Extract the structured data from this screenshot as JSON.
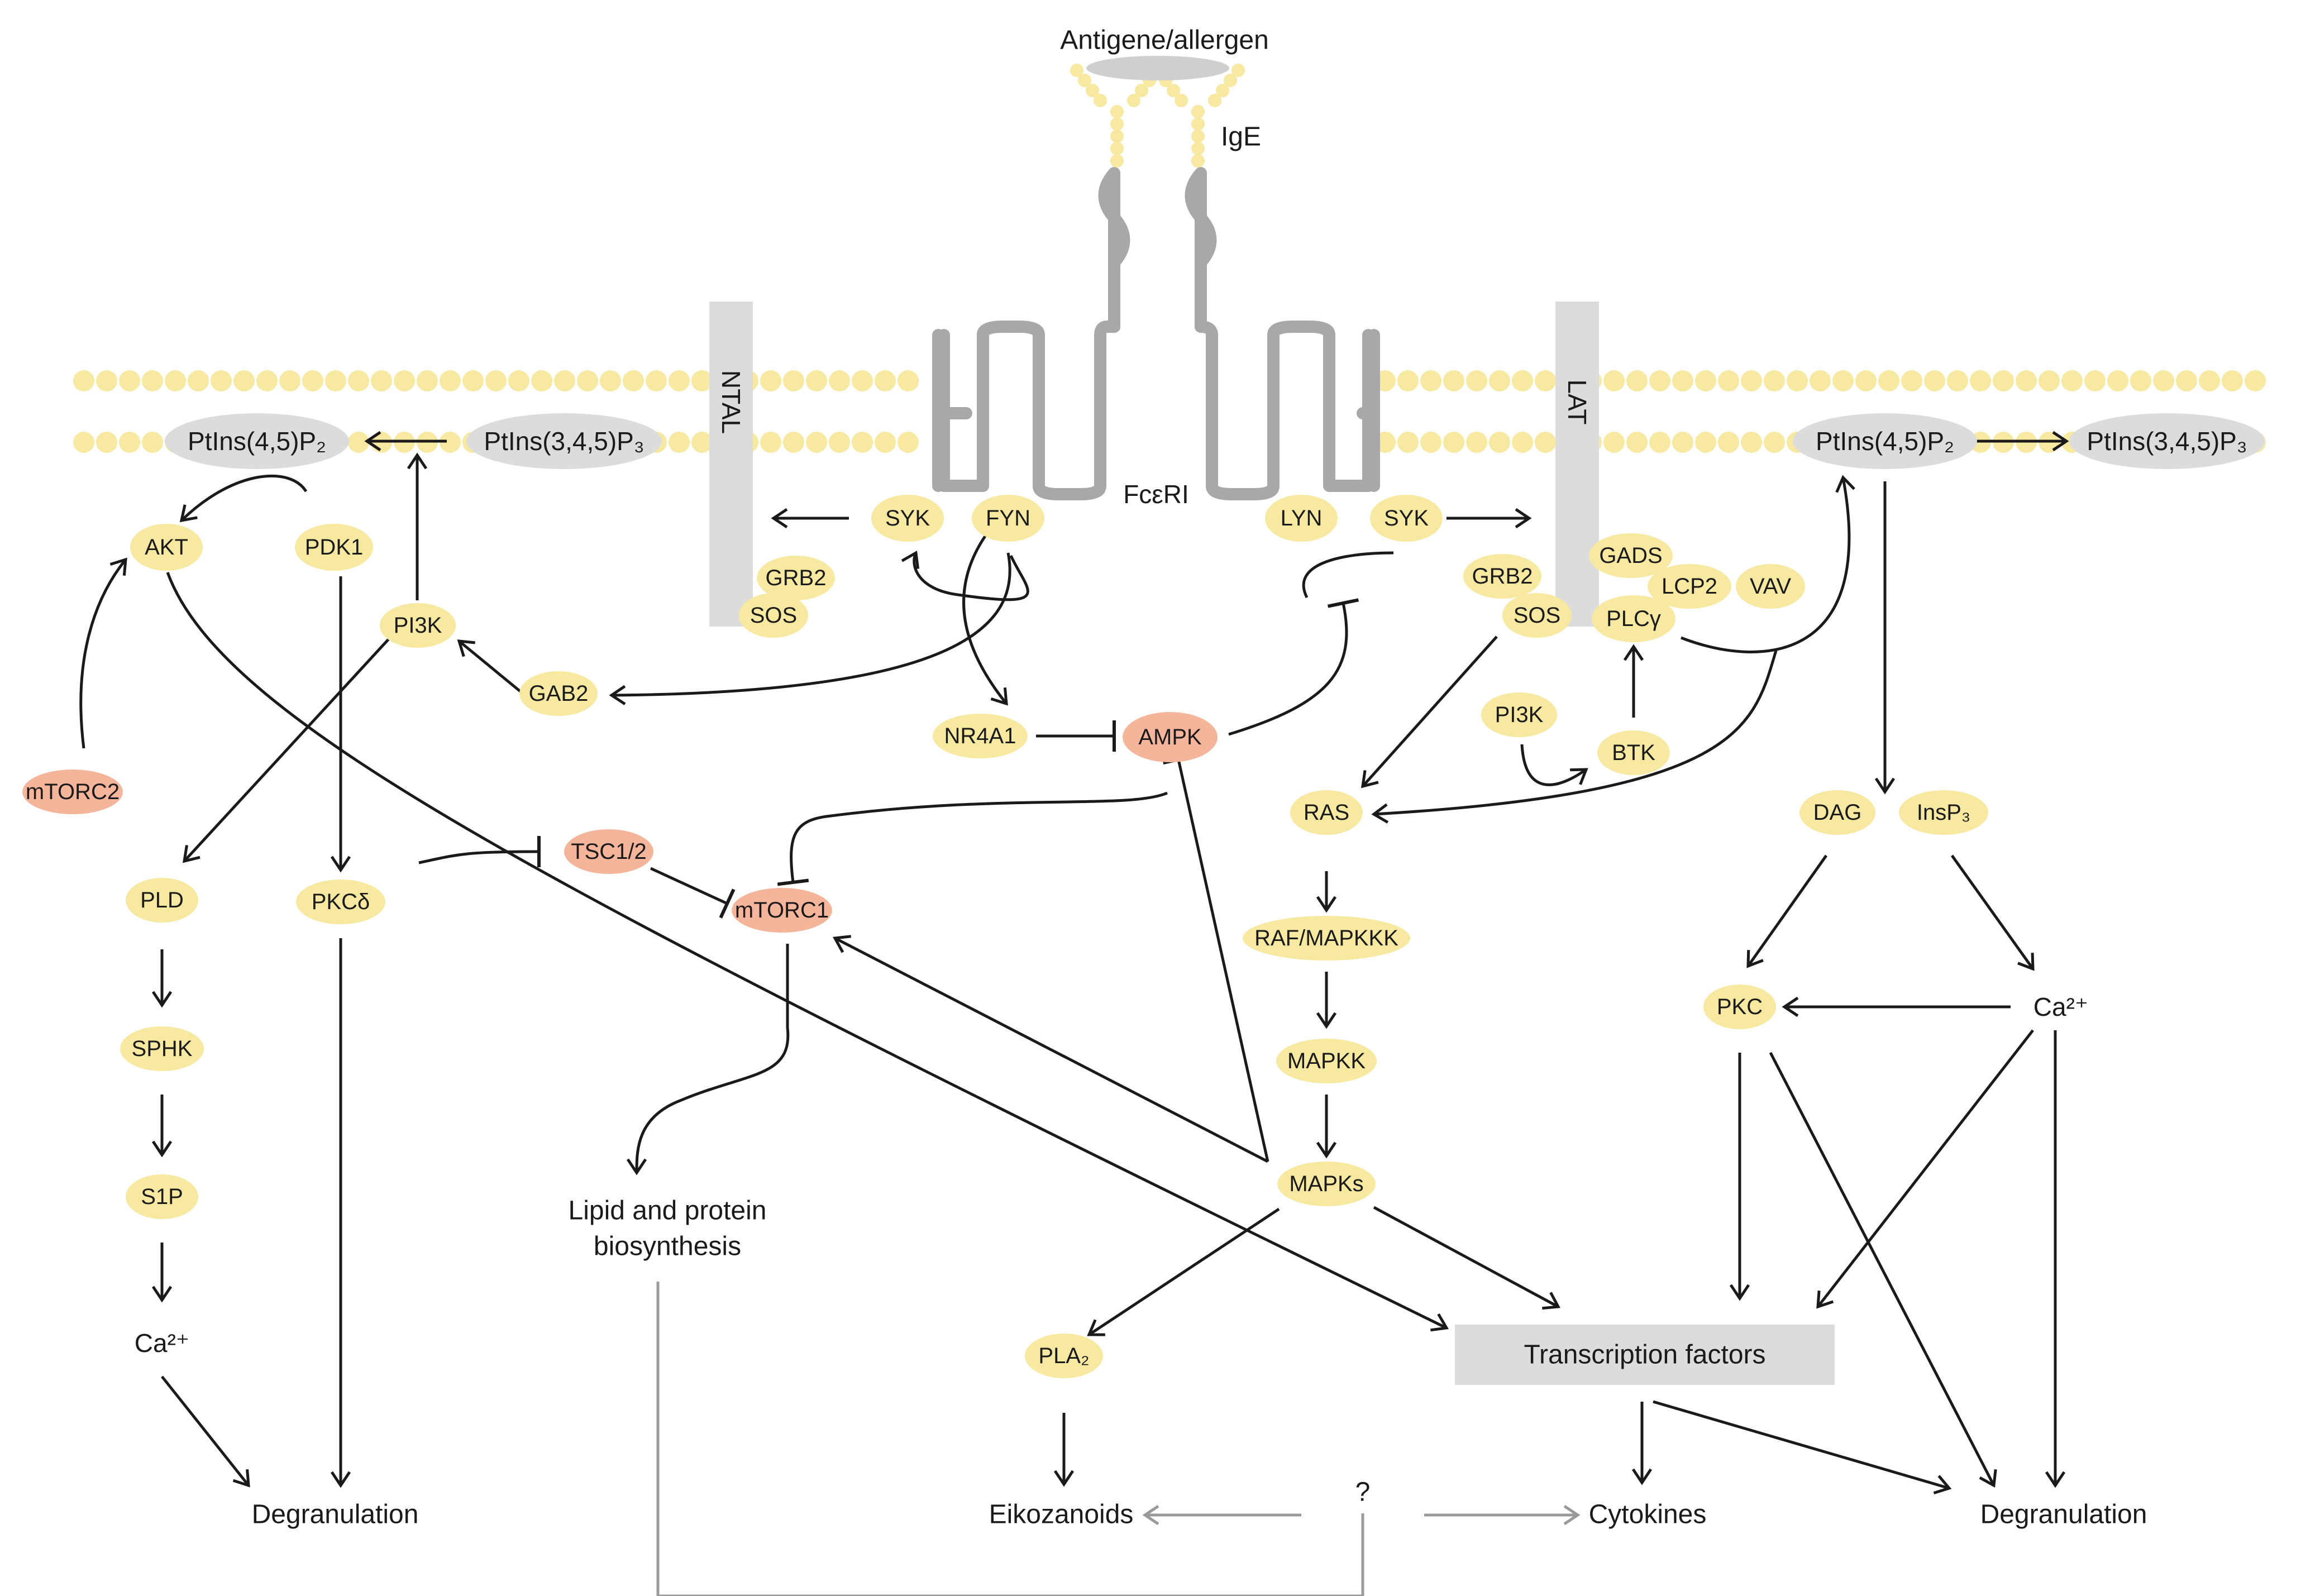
{
  "diagram": {
    "top": {
      "antigen": "Antigene/allergen",
      "ige": "IgE",
      "receptor": "FcεRI"
    },
    "membrane": {
      "ntal": "NTAL",
      "lat": "LAT"
    },
    "phospholipids": {
      "left_pip2": "PtIns(4,5)P₂",
      "left_pip3": "PtIns(3,4,5)P₃",
      "right_pip2": "PtIns(4,5)P₂",
      "right_pip3": "PtIns(3,4,5)P₃"
    },
    "left_kinases": {
      "syk": "SYK",
      "fyn": "FYN",
      "grb2": "GRB2",
      "sos": "SOS"
    },
    "right_kinases": {
      "lyn": "LYN",
      "syk": "SYK",
      "grb2": "GRB2",
      "sos": "SOS",
      "gads": "GADS",
      "lcp2": "LCP2",
      "vav": "VAV",
      "plcg": "PLCγ",
      "pi3k": "PI3K",
      "btk": "BTK"
    },
    "left_pathway": {
      "akt": "AKT",
      "pdk1": "PDK1",
      "pi3k": "PI3K",
      "gab2": "GAB2",
      "mtorc2": "mTORC2",
      "pld": "PLD",
      "sphk": "SPHK",
      "s1p": "S1P",
      "ca": "Ca²⁺",
      "pkcd": "PKCδ",
      "degranulation": "Degranulation"
    },
    "center_pathway": {
      "nr4a1": "NR4A1",
      "ampk": "AMPK",
      "tsc": "TSC1/2",
      "mtorc1": "mTORC1",
      "biosynthesis_line1": "Lipid and protein",
      "biosynthesis_line2": "biosynthesis",
      "ras": "RAS",
      "raf": "RAF/MAPKKK",
      "mapkk": "MAPKK",
      "mapks": "MAPKs",
      "pla2": "PLA₂",
      "eikozanoids": "Eikozanoids",
      "question": "?",
      "cytokines": "Cytokines",
      "transcription": "Transcription factors"
    },
    "right_pathway": {
      "dag": "DAG",
      "insp3": "InsP₃",
      "pkc": "PKC",
      "ca": "Ca²⁺",
      "degranulation": "Degranulation"
    },
    "colors": {
      "yellow_node": "#f7e9a0",
      "salmon_node": "#f5b59b",
      "grey_node": "#dcdcdc",
      "receptor": "#a8a8a8",
      "line": "#1a1a1a"
    }
  }
}
